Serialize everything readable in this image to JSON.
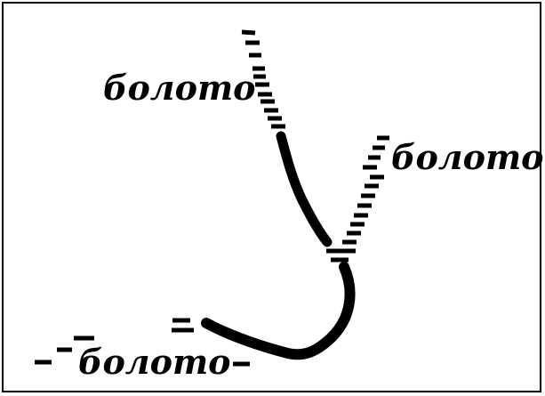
{
  "map": {
    "labels": {
      "northwest": "болото",
      "northeast": "болото",
      "southwest": "болото"
    },
    "colors": {
      "background": "#ffffff",
      "ink": "#000000"
    },
    "symbols": {
      "river": "solid thick black line",
      "swamp_edge": "dashed hatch marks"
    }
  }
}
